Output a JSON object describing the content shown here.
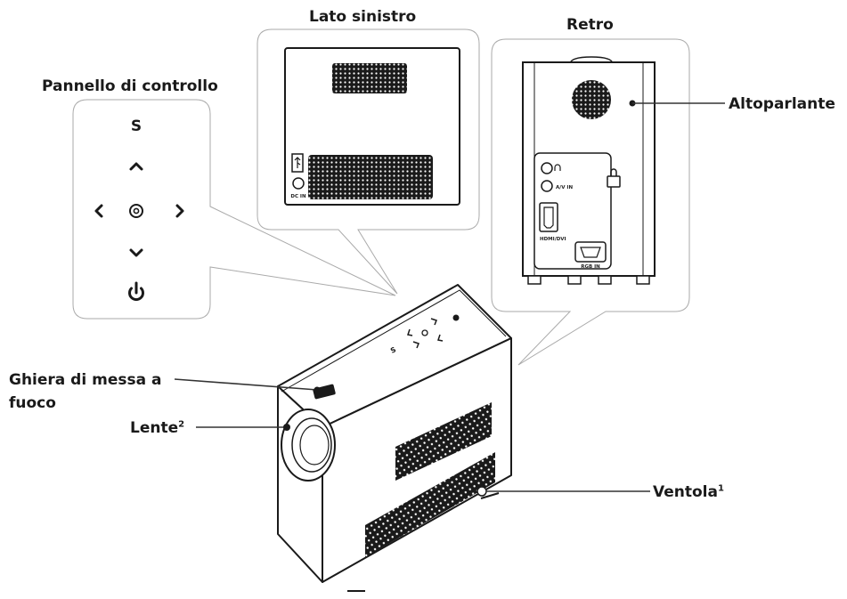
{
  "labels": {
    "control_panel": "Pannello di controllo",
    "left_side": "Lato sinistro",
    "back": "Retro",
    "speaker": "Altoparlante",
    "focus_ring_line1": "Ghiera di messa a",
    "focus_ring_line2": "fuoco",
    "lens": "Lente",
    "lens_note": "2",
    "fan": "Ventola",
    "fan_note": "1"
  },
  "control_panel_keys": {
    "s_key": "S"
  },
  "ports": {
    "dc_in": "DC IN",
    "av_in": "A/V IN",
    "hdmi": "HDMI/DVI",
    "rgb_in": "RGB IN"
  },
  "colors": {
    "line": "#333333",
    "callout_border": "#aaaaaa",
    "mesh": "#1a1a1a"
  }
}
